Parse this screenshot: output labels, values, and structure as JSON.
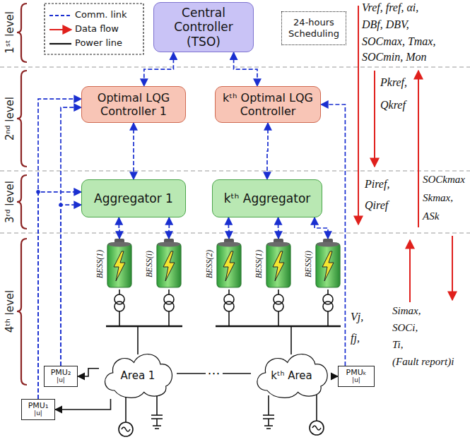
{
  "diagram": {
    "nodes": [
      {
        "text": [
          "Central Controller (TSO)"
        ]
      },
      {
        "text": [
          "24-hours Scheduling"
        ]
      },
      {
        "text": [
          "Optimal LQG Controller 1"
        ]
      },
      {
        "text": [
          "kᵗʰ Optimal LQG Controller"
        ]
      },
      {
        "text": [
          "Aggregator 1"
        ]
      },
      {
        "text": [
          "kᵗʰ Aggregator"
        ]
      },
      {
        "text": [
          "BESS(1)"
        ]
      },
      {
        "text": [
          "BESS(i)"
        ]
      },
      {
        "text": [
          "BESS(2)"
        ]
      },
      {
        "text": [
          "BESS(1)"
        ]
      },
      {
        "text": [
          "BESS(i)"
        ]
      },
      {
        "text": [
          "Area 1"
        ]
      },
      {
        "text": [
          "kᵗʰ Area"
        ]
      },
      {
        "text": [
          "PMU₂",
          "|u|"
        ]
      },
      {
        "text": [
          "PMUₖ",
          "|u|"
        ]
      },
      {
        "text": [
          "PMU₁",
          "|u|"
        ]
      }
    ],
    "edges": [
      {
        "from": 0,
        "to": 2,
        "arrow": "both"
      },
      {
        "from": 0,
        "to": 3,
        "arrow": "both"
      },
      {
        "from": 2,
        "to": 4,
        "arrow": "both"
      },
      {
        "from": 3,
        "to": 5,
        "arrow": "both"
      },
      {
        "from": 4,
        "to": 6,
        "arrow": "both"
      },
      {
        "from": 4,
        "to": 7,
        "arrow": "both"
      },
      {
        "from": 5,
        "to": 8,
        "arrow": "both"
      },
      {
        "from": 5,
        "to": 9,
        "arrow": "both"
      },
      {
        "from": 5,
        "to": 10,
        "arrow": "both"
      },
      {
        "from": 15,
        "to": 2,
        "arrow": "to"
      },
      {
        "from": 13,
        "to": 2,
        "arrow": "to"
      },
      {
        "from": 15,
        "to": 4,
        "arrow": "to"
      },
      {
        "from": 13,
        "to": 4,
        "arrow": "to"
      },
      {
        "from": 14,
        "to": 3,
        "arrow": "to"
      },
      {
        "from": 11,
        "to": 15,
        "arrow": "to"
      },
      {
        "from": 11,
        "to": 13,
        "arrow": "to"
      },
      {
        "from": 12,
        "to": 14,
        "arrow": "to"
      },
      {
        "from": 11,
        "to": 12,
        "arrow": "none",
        "label": "⋯"
      }
    ],
    "labels": [
      "1ˢᵗ level",
      "2ⁿᵈ level",
      "3ʳᵈ level",
      "4ᵗʰ level",
      "Vref, fref, αi,",
      "DBf, DBV,",
      "SOCmax, Tmax,",
      "SOCmin, Mon",
      "Pkref,",
      "Qkref",
      "SOCkmax",
      "Skmax,",
      "ASk",
      "Piref,",
      "Qiref",
      "Vj,",
      "fj,",
      "Simax,",
      "SOCi,",
      "Ti,",
      "(Fault report)i"
    ],
    "legend": [
      {
        "text": "Comm. link"
      },
      {
        "text": "Data flow"
      },
      {
        "text": "Power line"
      }
    ]
  }
}
